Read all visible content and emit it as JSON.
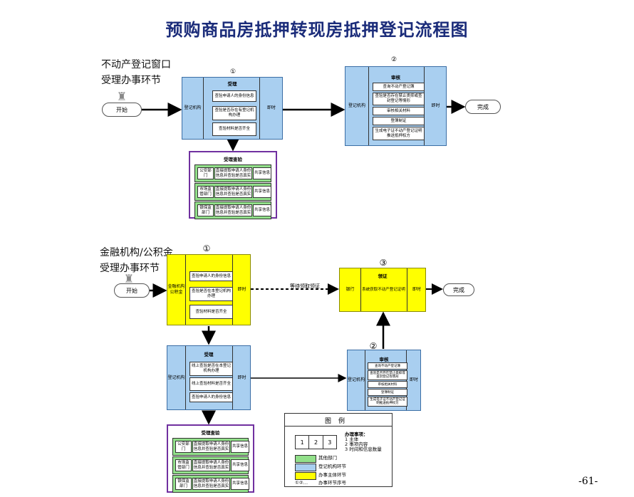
{
  "title": "预购商品房抵押转现房抵押登记流程图",
  "page_number": "-61-",
  "colors": {
    "blue": "#a9cff0",
    "yellow": "#ffff00",
    "green": "#92e08a",
    "purple": "#7030a0",
    "title": "#1b2c7a"
  },
  "top": {
    "label_line1": "不动产登记窗口",
    "label_line2": "受理办事环节",
    "start": "开始",
    "finish": "完成",
    "accept": {
      "step": "①",
      "head": "受理",
      "left": "登记机构",
      "right": "即时",
      "items": [
        "查验申请人的身份信息",
        "查验是否存在有登记机构办理",
        "查验材料是否齐全"
      ]
    },
    "review": {
      "step": "②",
      "head": "审核",
      "left": "登记机构",
      "right": "即时",
      "items": [
        "查询不动产登记簿",
        "查验是否存在禁止类抑或查封登记等情形",
        "审核相关材料",
        "登簿制证",
        "生成电子证不动产登记证明推送抵押权方"
      ]
    },
    "check": {
      "head": "受理查验",
      "rows": [
        {
          "dept": "公安部门",
          "desc": "直接提取申请人身份信息并查验是否真实",
          "share": "共享信息"
        },
        {
          "dept": "市场监管部门",
          "desc": "直接提取申请人身份信息并查验是否真实",
          "share": "共享信息"
        },
        {
          "dept": "银保监部门",
          "desc": "直接提取申请人身份信息并查验是否真实",
          "share": "共享信息"
        }
      ]
    }
  },
  "bottom": {
    "label_line1": "金融机构/公积金",
    "label_line2": "受理办事环节",
    "start": "开始",
    "finish": "完成",
    "wait": "等待领取领证",
    "accept": {
      "step": "①",
      "left": "金融机构公积金",
      "right": "即时",
      "items": [
        "查验申请人的身份信息",
        "查验是否在本登记机构办理",
        "查验材料是否齐全"
      ]
    },
    "cert": {
      "step": "③",
      "head": "领证",
      "left": "银行",
      "right": "即时",
      "item": "系统获取不动产登记证明"
    },
    "online": {
      "head": "受理",
      "left": "登记机构",
      "right": "即时",
      "items": [
        "线上查验是否在本登记机构办理",
        "线上查验材料是否齐全",
        "查验申请人的身份信息"
      ]
    },
    "review": {
      "step": "②",
      "head": "审核",
      "left": "登记机构",
      "right": "即时",
      "items": [
        "查询不动产登记簿",
        "查验是否存在禁止类抑或查封登记等情形",
        "审核相关材料",
        "登簿制证",
        "生成电子证不动产登记证明推送抵押权方"
      ]
    },
    "check": {
      "head": "受理查验",
      "rows": [
        {
          "dept": "公安部门",
          "desc": "直接提取申请人身份信息并查验是否真实",
          "share": "共享信息"
        },
        {
          "dept": "市场监管部门",
          "desc": "直接提取申请人身份信息并查验是否真实",
          "share": "共享信息"
        },
        {
          "dept": "银保监部门",
          "desc": "直接提取申请人身份信息并查验是否真实",
          "share": "共享信息"
        }
      ]
    }
  },
  "legend": {
    "title": "图例",
    "cells": [
      "1",
      "2",
      "3"
    ],
    "matters_title": "办理事项：",
    "matters": [
      "1 主体",
      "2 事项内容",
      "3 时间和信息数量"
    ],
    "items": [
      "其他部门",
      "登记机构环节",
      "办事主体环节",
      "办事环节序号"
    ],
    "seq_symbols": "①②…"
  }
}
